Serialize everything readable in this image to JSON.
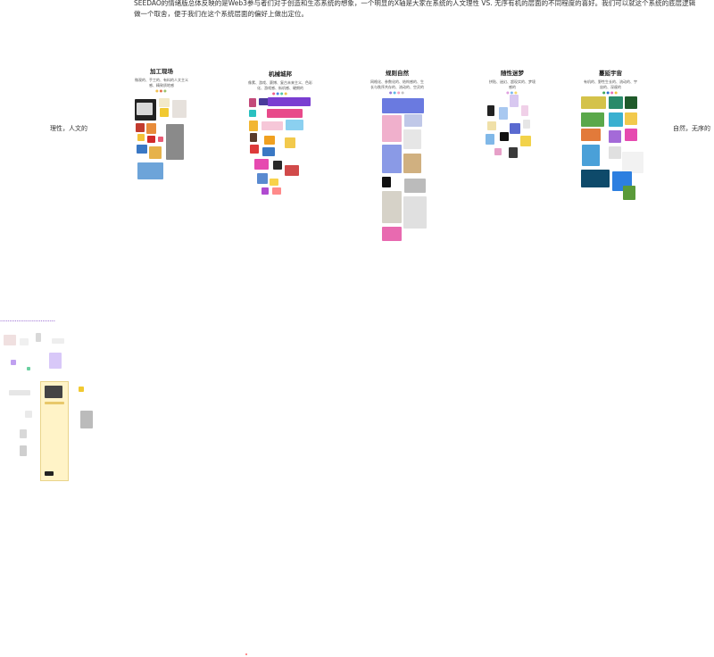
{
  "intro": {
    "text": "SEEDAO的情绪版总体反映的是Web3参与者们对于创造和生态系统的想象，一个明显的X轴是大家在系统的人文理性 VS. 无序有机的层面的不同程度的喜好。我们可以就这个系统的底层逻辑做一个取舍，便于我们在这个系统层面的偏好上做出定位。"
  },
  "axis": {
    "left_label": "理性，人文的",
    "right_label": "自然，无序的"
  },
  "columns": [
    {
      "title": "加工现场",
      "desc": "微观的、手工的、有料的人文主义感、精致质地感",
      "dots": [
        "#f1c04f",
        "#e36f4a",
        "#9dc36b"
      ]
    },
    {
      "title": "机械城邦",
      "desc": "像素、游戏、赛博、复古未来主义、色彩化、游戏感、街机感、硬朗的",
      "dots": [
        "#f25c8a",
        "#4a88e3",
        "#53c4a8",
        "#f1c04f"
      ]
    },
    {
      "title": "规则自然",
      "desc": "网格化、参数化的、结构感的、生长与秩序共存的、流动的、空灵的",
      "dots": [
        "#9b7ed8",
        "#5ab8e6",
        "#f2a0c4",
        "#c4c4c4"
      ]
    },
    {
      "title": "随性迷梦",
      "desc": "拼贴、迷幻、超现实的、梦境感的",
      "dots": [
        "#e0a0e0",
        "#7ab8f0",
        "#f5d76e"
      ]
    },
    {
      "title": "蔓延宇宙",
      "desc": "有机的、野性生长的、流动的、宇宙的、深邃的",
      "dots": [
        "#3ea55a",
        "#2d6fd1",
        "#e86fb8",
        "#f3c542"
      ]
    }
  ],
  "mini": {
    "link_text": "••••••••••••••••••••••••••••••"
  }
}
